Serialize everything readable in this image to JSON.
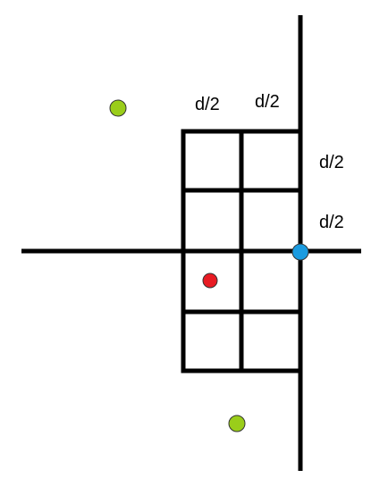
{
  "labels": {
    "top_left": "d/2",
    "top_right": "d/2",
    "right_upper": "d/2",
    "right_lower": "d/2"
  },
  "colors": {
    "green_point": "#9acd1a",
    "red_point": "#e81b23",
    "blue_point": "#1a9be0",
    "line": "#000000"
  }
}
